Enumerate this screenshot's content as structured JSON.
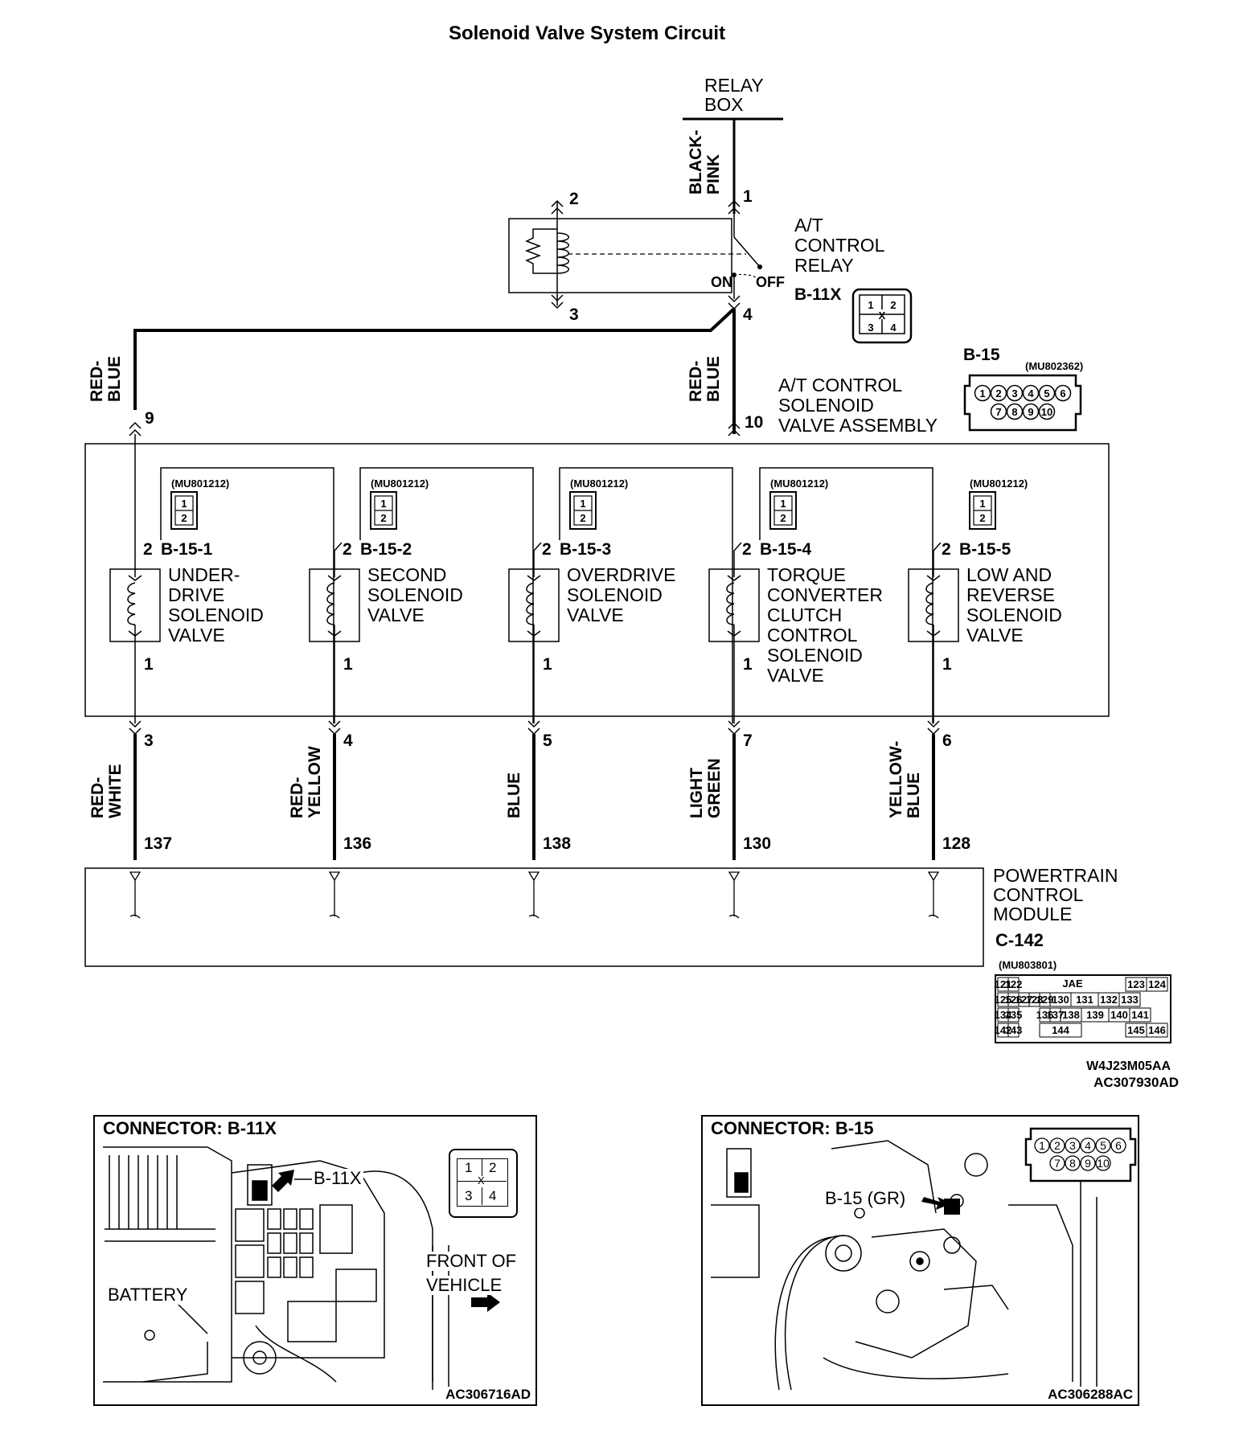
{
  "title": "Solenoid Valve System Circuit",
  "relay_box": {
    "line1": "RELAY",
    "line2": "BOX"
  },
  "wire_top": {
    "line1": "BLACK-",
    "line2": "PINK"
  },
  "relay": {
    "line1": "A/T",
    "line2": "CONTROL",
    "line3": "RELAY",
    "pin1": "1",
    "pin2": "2",
    "pin3": "3",
    "pin4": "4",
    "on_label": "ON",
    "off_label": "OFF",
    "connector": "B-11X",
    "connector_pins": [
      "1",
      "2",
      "3",
      "4"
    ],
    "connector_x": "X"
  },
  "wire_rb_left": {
    "line1": "RED-",
    "line2": "BLUE",
    "pin": "9"
  },
  "wire_rb_right": {
    "line1": "RED-",
    "line2": "BLUE",
    "pin": "10"
  },
  "assembly": {
    "line1": "A/T CONTROL",
    "line2": "SOLENOID",
    "line3": "VALVE ASSEMBLY"
  },
  "b15": {
    "name": "B-15",
    "part": "(MU802362)",
    "pins_top": [
      "1",
      "2",
      "3",
      "4",
      "5",
      "6"
    ],
    "pins_bottom": [
      "7",
      "8",
      "9",
      "10"
    ]
  },
  "solenoids": [
    {
      "part": "(MU801212)",
      "id": "B-15-1",
      "pin_top": "2",
      "pin_bottom": "1",
      "lines": [
        "UNDER-",
        "DRIVE",
        "SOLENOID",
        "VALVE"
      ],
      "conn_pins": [
        "1",
        "2"
      ]
    },
    {
      "part": "(MU801212)",
      "id": "B-15-2",
      "pin_top": "2",
      "pin_bottom": "1",
      "lines": [
        "SECOND",
        "SOLENOID",
        "VALVE"
      ],
      "conn_pins": [
        "1",
        "2"
      ]
    },
    {
      "part": "(MU801212)",
      "id": "B-15-3",
      "pin_top": "2",
      "pin_bottom": "1",
      "lines": [
        "OVERDRIVE",
        "SOLENOID",
        "VALVE"
      ],
      "conn_pins": [
        "1",
        "2"
      ]
    },
    {
      "part": "(MU801212)",
      "id": "B-15-4",
      "pin_top": "2",
      "pin_bottom": "1",
      "lines": [
        "TORQUE",
        "CONVERTER",
        "CLUTCH",
        "CONTROL",
        "SOLENOID",
        "VALVE"
      ],
      "conn_pins": [
        "1",
        "2"
      ]
    },
    {
      "part": "(MU801212)",
      "id": "B-15-5",
      "pin_top": "2",
      "pin_bottom": "1",
      "lines": [
        "LOW AND",
        "REVERSE",
        "SOLENOID",
        "VALVE"
      ],
      "conn_pins": [
        "1",
        "2"
      ]
    }
  ],
  "wires_bottom": [
    {
      "pin_top": "3",
      "color1": "RED-",
      "color2": "WHITE",
      "pcm_pin": "137"
    },
    {
      "pin_top": "4",
      "color1": "RED-",
      "color2": "YELLOW",
      "pcm_pin": "136"
    },
    {
      "pin_top": "5",
      "color1": "BLUE",
      "color2": "",
      "pcm_pin": "138"
    },
    {
      "pin_top": "7",
      "color1": "LIGHT",
      "color2": "GREEN",
      "pcm_pin": "130"
    },
    {
      "pin_top": "6",
      "color1": "YELLOW-",
      "color2": "BLUE",
      "pcm_pin": "128"
    }
  ],
  "pcm": {
    "line1": "POWERTRAIN",
    "line2": "CONTROL",
    "line3": "MODULE",
    "connector": "C-142",
    "part": "(MU803801)",
    "jae": "JAE",
    "row1": [
      "121",
      "122",
      "123",
      "124"
    ],
    "row2": [
      "125",
      "126",
      "127",
      "128",
      "129",
      "130",
      "131",
      "132",
      "133"
    ],
    "row3": [
      "134",
      "135",
      "136",
      "137",
      "138",
      "139",
      "140",
      "141"
    ],
    "row4": [
      "142",
      "143",
      "144",
      "145",
      "146"
    ]
  },
  "codes": {
    "code1": "W4J23M05AA",
    "code2": "AC307930AD"
  },
  "photo1": {
    "title": "CONNECTOR: B-11X",
    "label_conn": "B-11X",
    "battery": "BATTERY",
    "front1": "FRONT OF",
    "front2": "VEHICLE",
    "pins": [
      "1",
      "2",
      "3",
      "4"
    ],
    "x": "X",
    "id": "AC306716AD"
  },
  "photo2": {
    "title": "CONNECTOR: B-15",
    "label_conn": "B-15 (GR)",
    "pins_top": [
      "1",
      "2",
      "3",
      "4",
      "5",
      "6"
    ],
    "pins_bottom": [
      "7",
      "8",
      "9",
      "10"
    ],
    "id": "AC306288AC"
  }
}
